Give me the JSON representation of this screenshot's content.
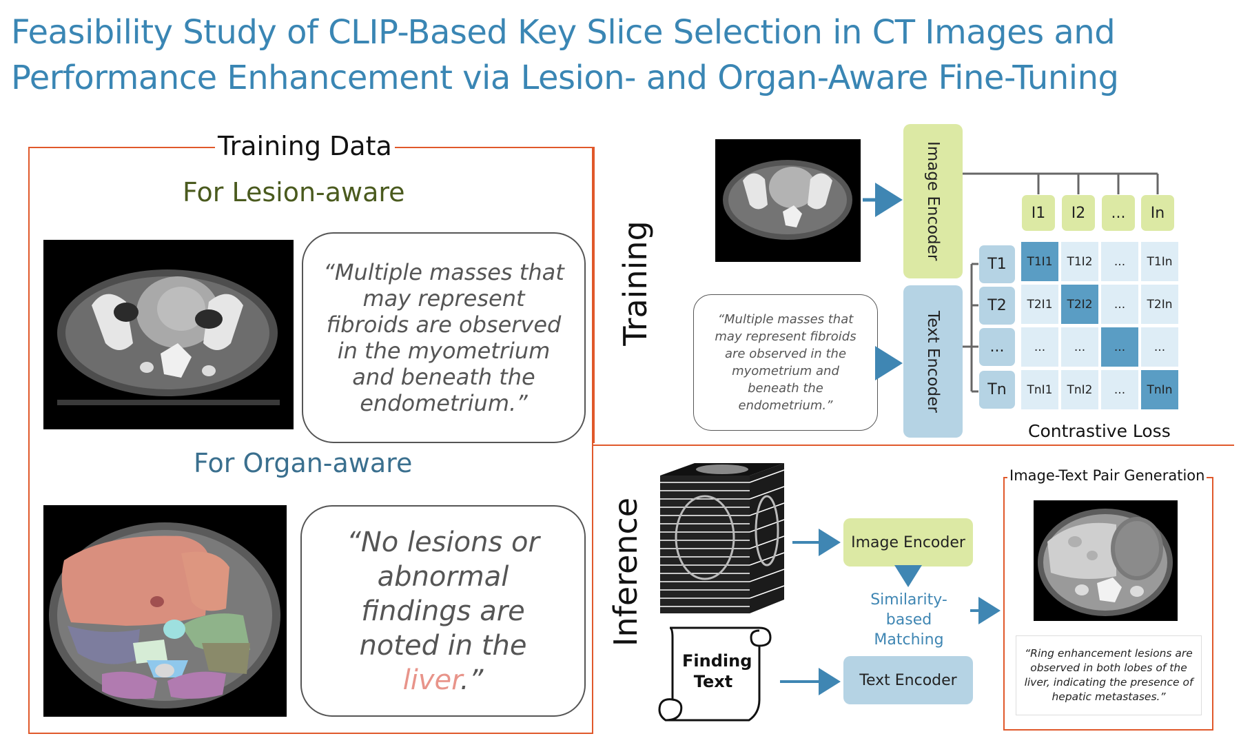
{
  "title": {
    "line1": "Feasibility Study of CLIP-Based Key Slice Selection in CT Images and",
    "line2": "Performance Enhancement via Lesion- and Organ-Aware Fine-Tuning"
  },
  "training_data": {
    "heading": "Training Data",
    "lesion_heading": "For Lesion-aware",
    "lesion_quote": "“Multiple masses that may represent fibroids are observed in the myometrium and beneath the endometrium.”",
    "organ_heading": "For Organ-aware",
    "organ_quote_prefix": "“No lesions or abnormal findings are noted in the ",
    "organ_quote_highlight": "liver",
    "organ_quote_suffix": ".”"
  },
  "training": {
    "label": "Training",
    "image_encoder": "Image Encoder",
    "text_encoder": "Text Encoder",
    "quote": "“Multiple masses that may represent fibroids are observed in the myometrium and beneath the endometrium.”",
    "image_tokens": [
      "I1",
      "I2",
      "...",
      "In"
    ],
    "text_tokens": [
      "T1",
      "T2",
      "...",
      "Tn"
    ],
    "matrix": [
      [
        "T1I1",
        "T1I2",
        "...",
        "T1In"
      ],
      [
        "T2I1",
        "T2I2",
        "...",
        "T2In"
      ],
      [
        "...",
        "...",
        "...",
        "..."
      ],
      [
        "TnI1",
        "TnI2",
        "...",
        "TnIn"
      ]
    ],
    "loss_label": "Contrastive Loss"
  },
  "inference": {
    "label": "Inference",
    "image_encoder": "Image Encoder",
    "text_encoder": "Text Encoder",
    "finding_text": "Finding Text",
    "matching": "Similarity-based Matching",
    "pair_heading": "Image-Text Pair Generation",
    "pair_quote": "“Ring enhancement lesions are observed in both lobes of the liver, indicating the presence of hepatic metastases.”"
  },
  "colors": {
    "title": "#3a86b4",
    "frame": "#e0582a",
    "lesion_heading": "#4a5a1e",
    "organ_heading": "#3a6f8e",
    "image_encoder": "#dce9a4",
    "text_encoder": "#b5d3e4",
    "matrix_light": "#deedf6",
    "matrix_diag": "#5a9dc4",
    "arrow": "#3f86b3",
    "highlight": "#e8948a"
  }
}
